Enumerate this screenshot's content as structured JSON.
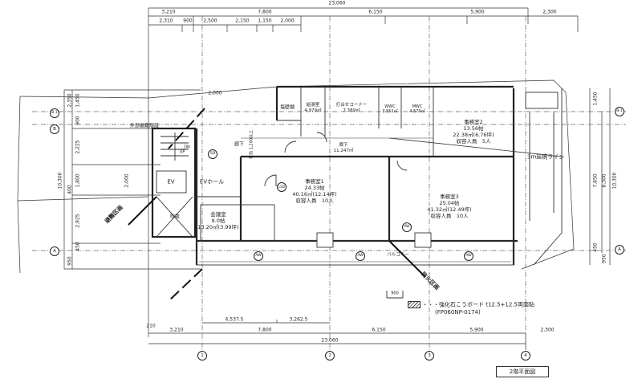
{
  "drawing_title": "2階平面図",
  "dimensions": {
    "top_total": "23,060",
    "top_row": [
      "3,210",
      "7,800",
      "6,150",
      "5,900",
      "2,300"
    ],
    "top_sub": [
      "2,310",
      "900",
      "2,500",
      "2,150",
      "1,150",
      "2,000"
    ],
    "bottom_row": [
      "3,210",
      "7,800",
      "6,150",
      "5,900",
      "2,300"
    ],
    "bottom_total": "23,060",
    "bottom_sub": [
      "4,537.5",
      "3,262.5"
    ],
    "bottom_small": "210",
    "left": [
      "1,450",
      "2,350",
      "900",
      "2,225",
      "1,800",
      "10,300",
      "400",
      "2,925",
      "450",
      "950"
    ],
    "left_inner": "2,000",
    "top_inner": "2,000",
    "right": [
      "1,450",
      "7,850",
      "8,300",
      "10,300",
      "450",
      "950"
    ],
    "door_width": "900"
  },
  "grid_axes": {
    "columns": [
      "1",
      "2",
      "3",
      "4"
    ],
    "rows": [
      "B-1",
      "B",
      "A"
    ]
  },
  "rooms": {
    "office1": {
      "name": "事務室1",
      "tatami": "24.33帖",
      "area": "40.16㎡(12.14坪)",
      "capacity": "収容人員　10人"
    },
    "office2": {
      "name": "事務室2",
      "tatami": "13.56帖",
      "area": "22.38㎡(6.76坪)",
      "capacity": "収容人員　5人"
    },
    "office3": {
      "name": "事務室3",
      "tatami": "25.04帖",
      "area": "41.32㎡(12.49坪)",
      "capacity": "収容人員　10人"
    },
    "meeting": {
      "name": "会議室",
      "tatami": "8.0帖",
      "area": "13.20㎡(3.99坪)"
    },
    "kitchen": {
      "name": "給湯室",
      "area": "4.979㎡"
    },
    "meeting_corner": {
      "name": "打合せコーナー",
      "area": "7.389㎡"
    },
    "wc1": {
      "name": "WWC",
      "area": "3.552㎡"
    },
    "wc2": {
      "name": "MWC",
      "area": "4.579㎡"
    },
    "corridor": {
      "name": "廊下",
      "area": "11.247㎡"
    },
    "corridor_left": {
      "name": "廊下",
      "note": "有効 1,200以上"
    },
    "shelf": "塩壁棚",
    "ev": "EV",
    "ev_hall": "EVホール",
    "void": "吹抜",
    "stairs": "外部避難階段",
    "balcony": "バルコニー",
    "stair_up": "UP",
    "stair_dn": "DN"
  },
  "annotations": {
    "evac_zone": "避難区画",
    "fire_zone": "防火区画",
    "fire_line": "3m延焼ライン"
  },
  "legend": {
    "text": "・・・強化石こうボード t12.5+12.5両面貼",
    "code": "(FP060NP-0174)"
  },
  "window_tags": [
    "AW",
    "SD",
    "LSD"
  ]
}
